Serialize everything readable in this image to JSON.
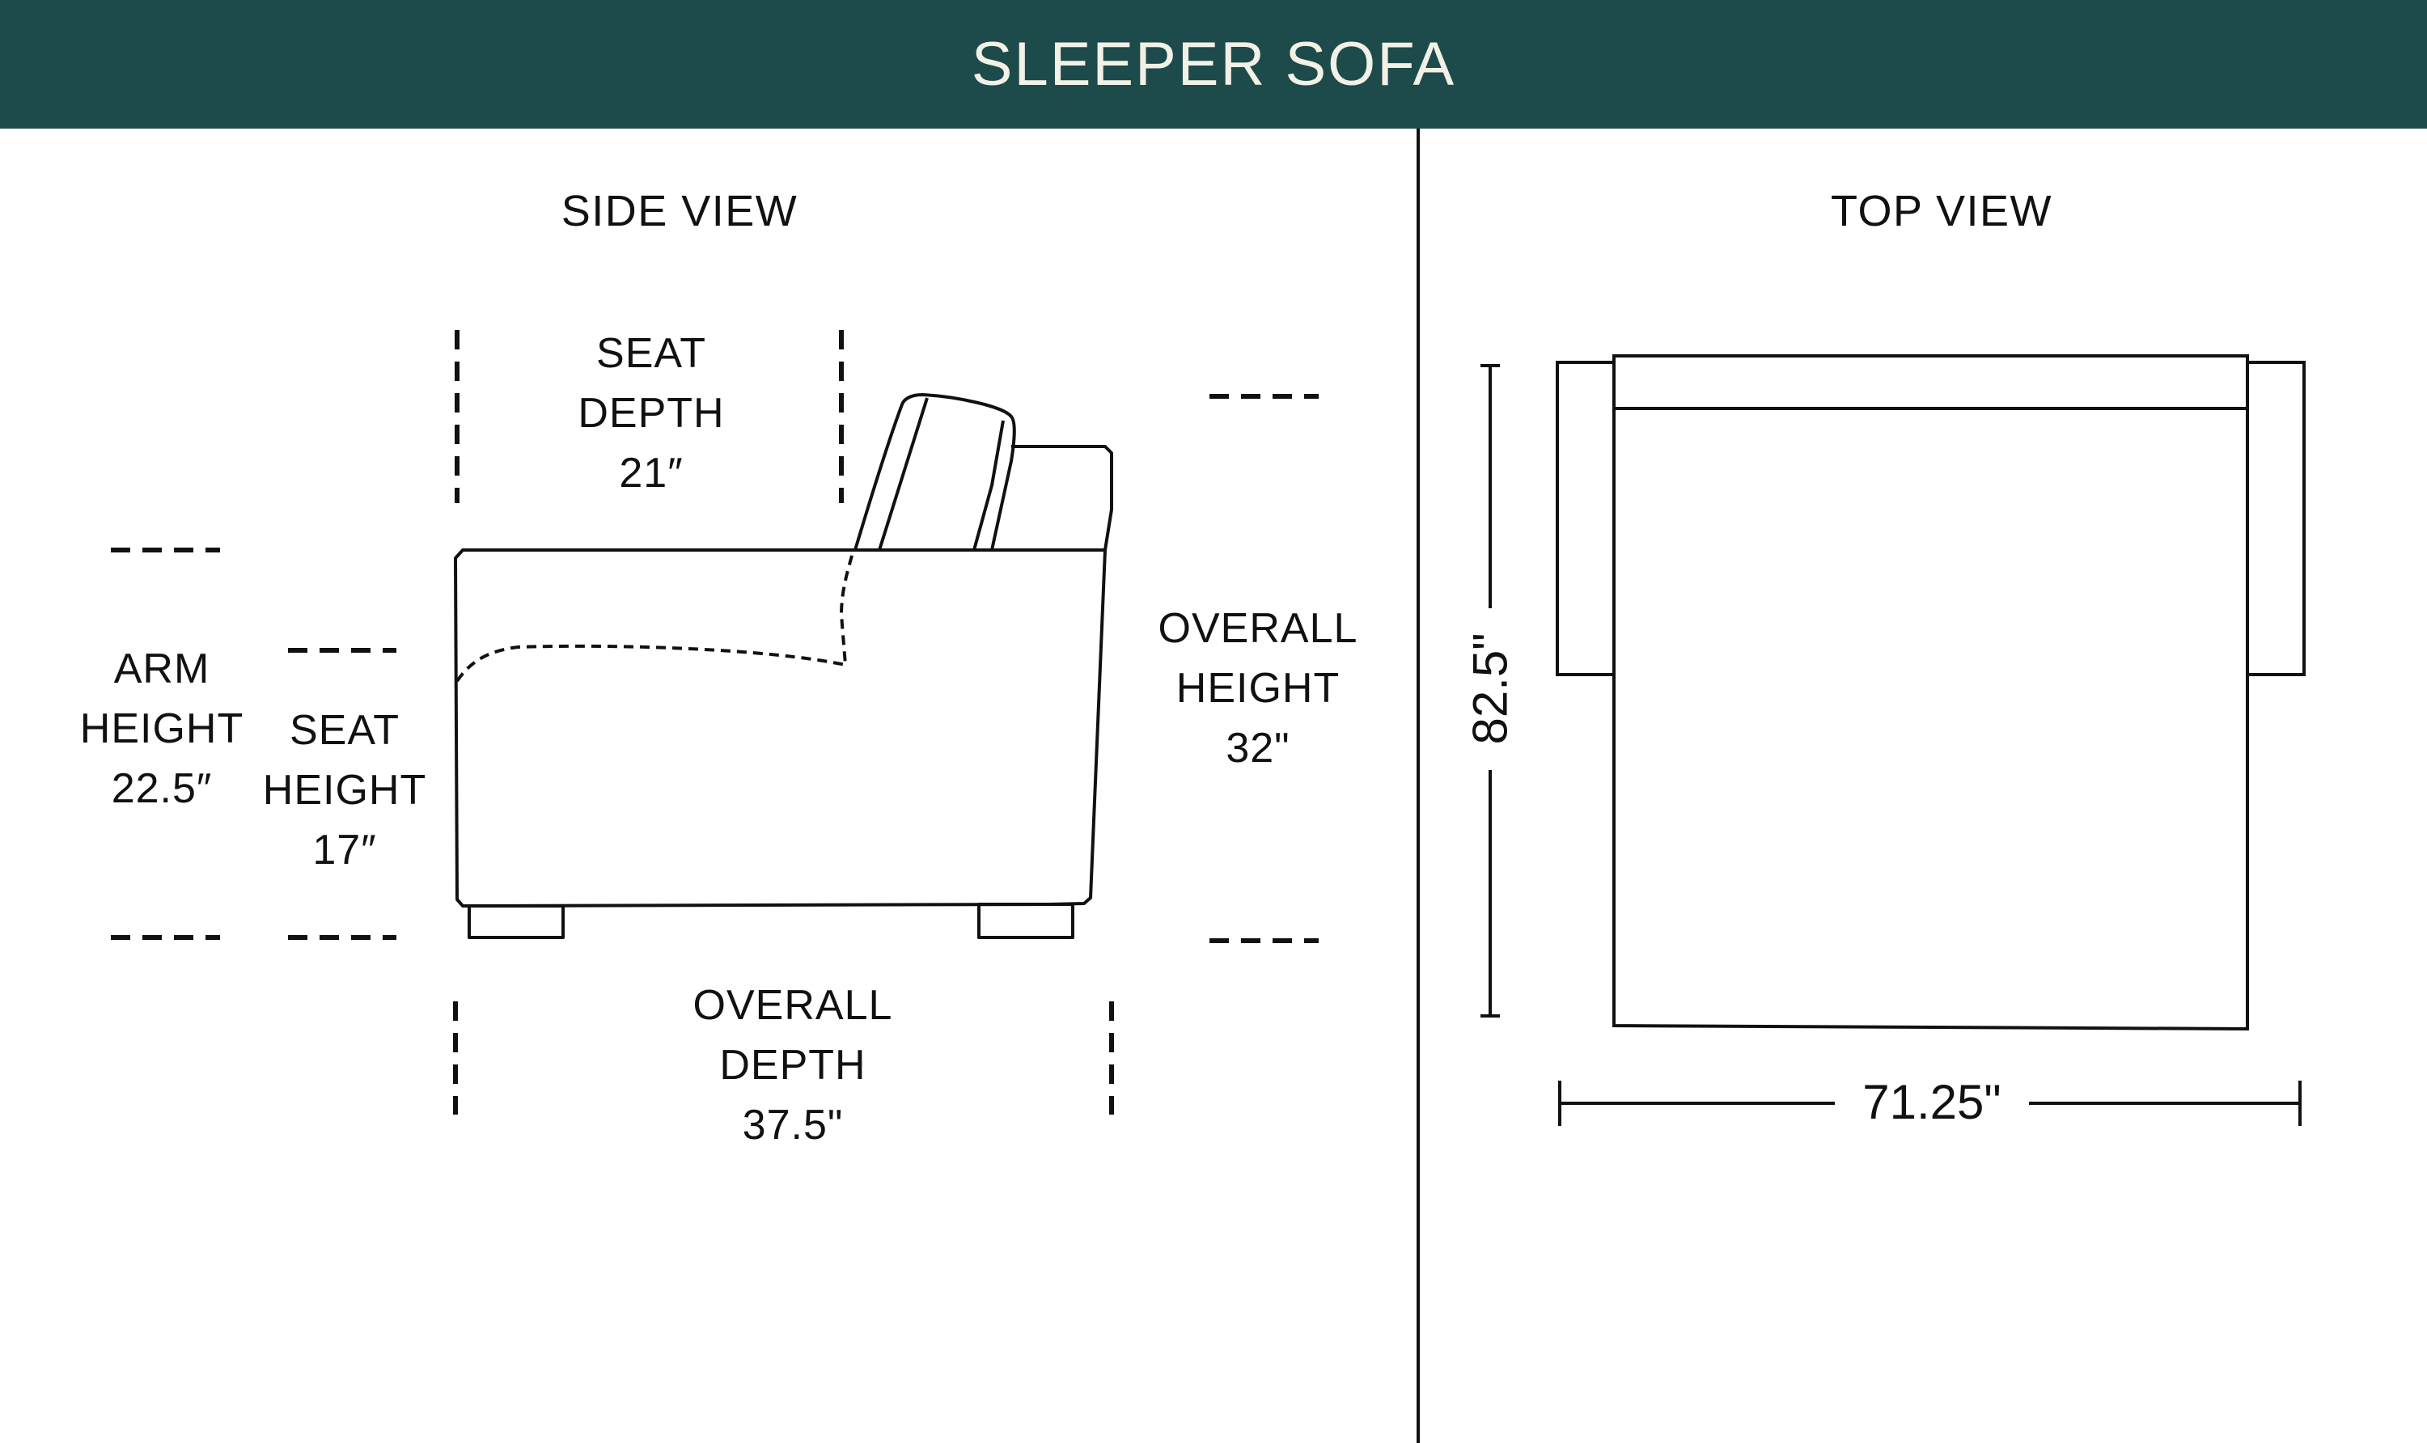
{
  "title": "SLEEPER SOFA",
  "colors": {
    "header_bg": "#1d4a4a",
    "header_text": "#f2f1e6",
    "line": "#111111"
  },
  "side_view": {
    "title": "SIDE VIEW",
    "seat_depth": [
      "SEAT",
      "DEPTH",
      "21″"
    ],
    "arm_height": [
      "ARM",
      "HEIGHT",
      "22.5″"
    ],
    "seat_height": [
      "SEAT",
      "HEIGHT",
      "17″"
    ],
    "overall_height": [
      "OVERALL",
      "HEIGHT",
      "32\""
    ],
    "overall_depth": [
      "OVERALL",
      "DEPTH",
      "37.5\""
    ]
  },
  "top_view": {
    "title": "TOP VIEW",
    "length": "82.5\"",
    "width": "71.25\""
  }
}
